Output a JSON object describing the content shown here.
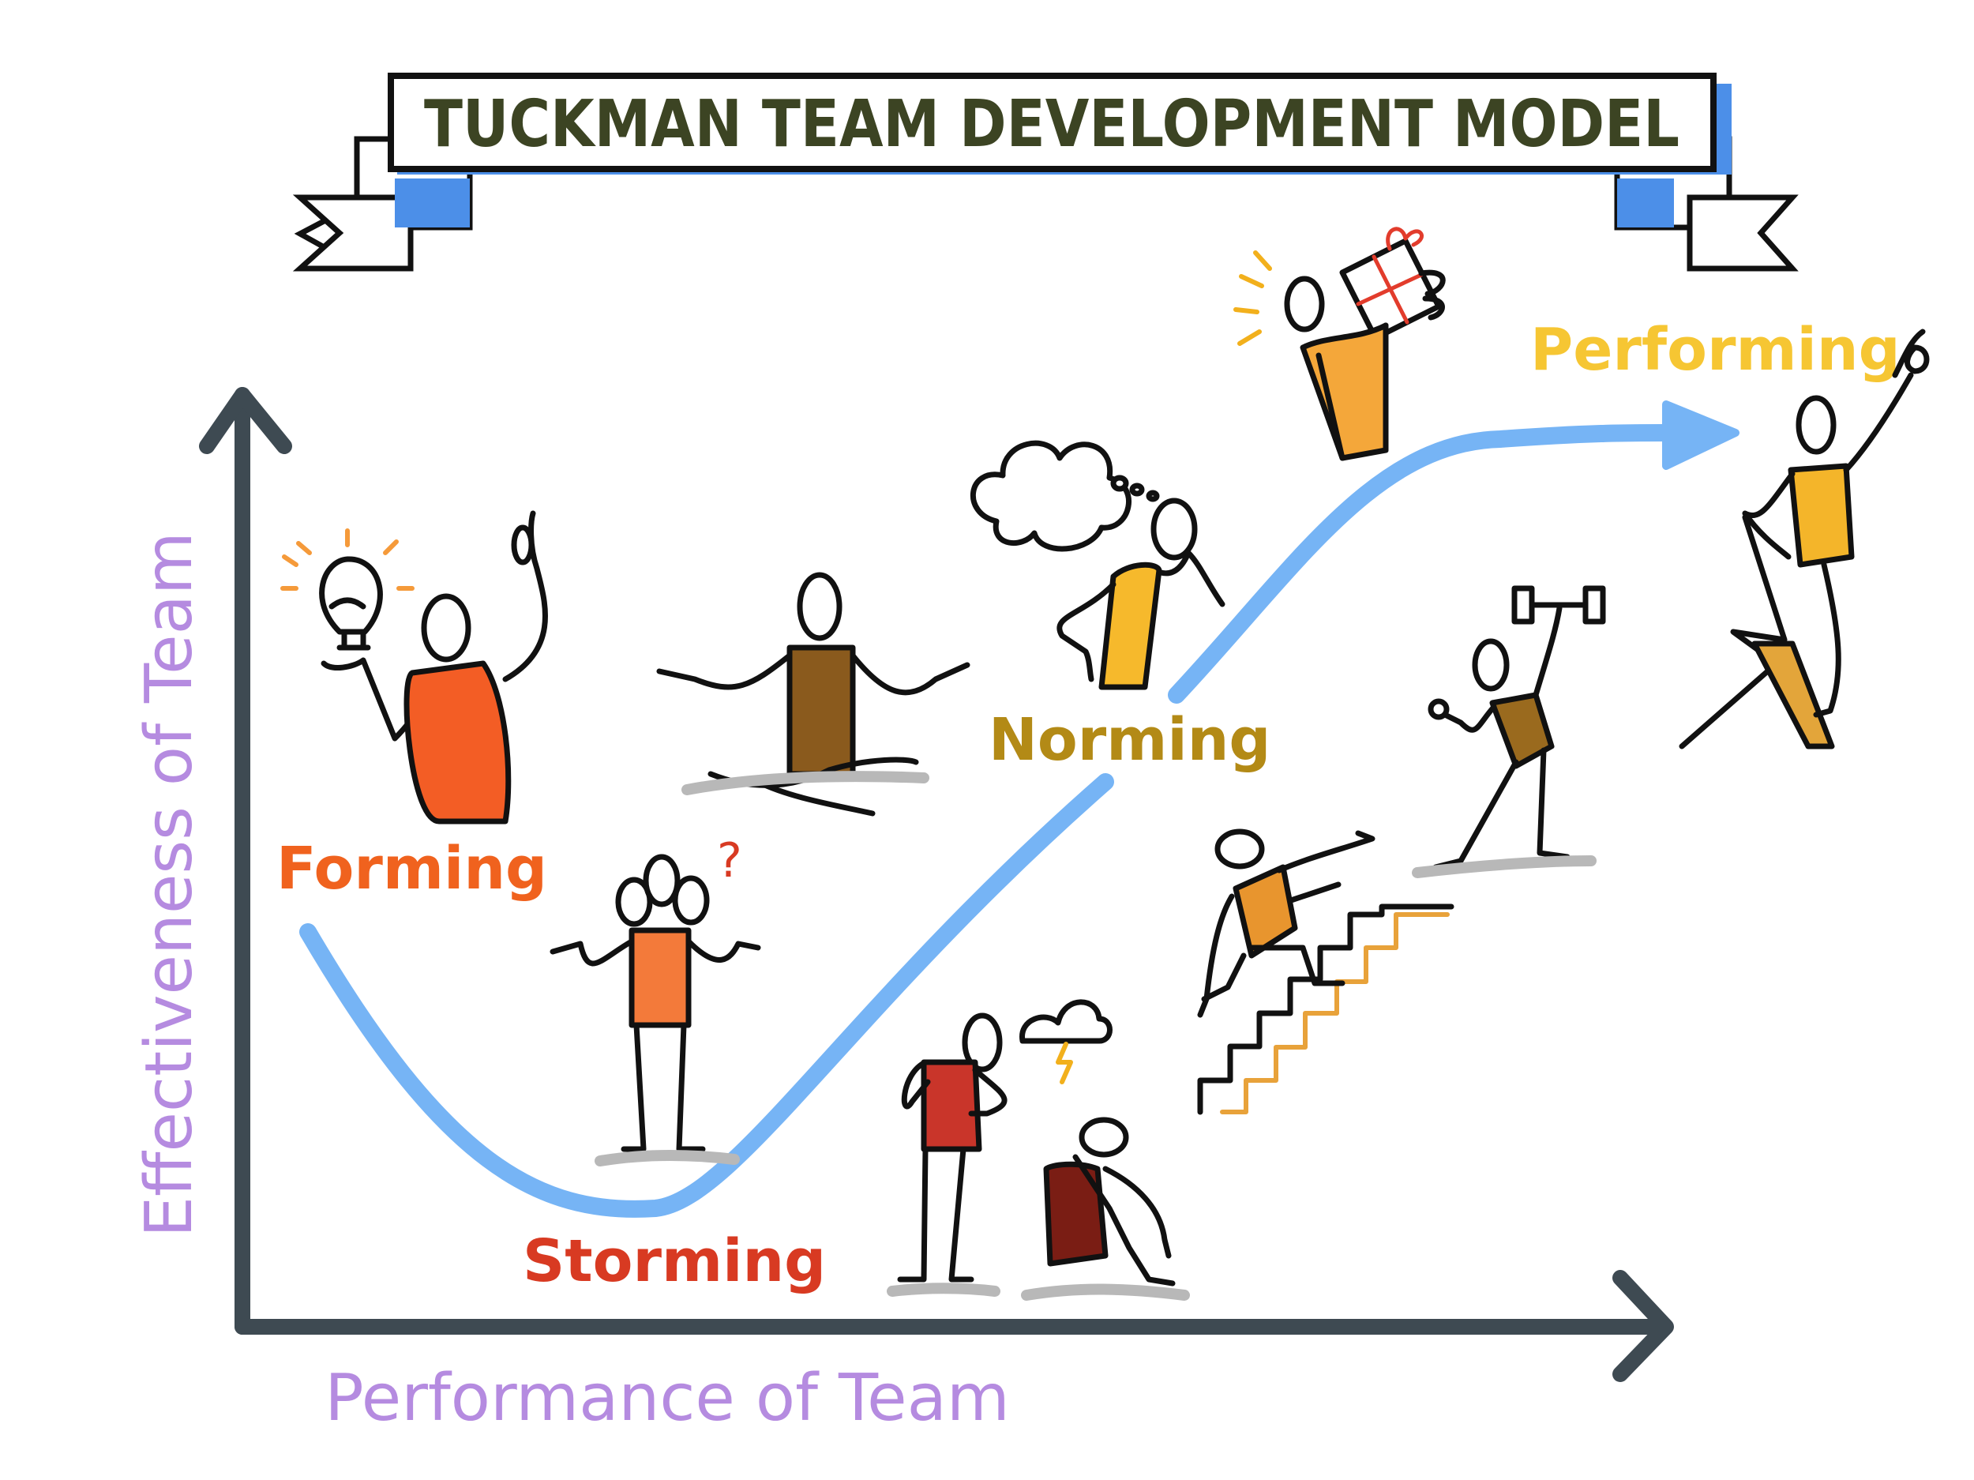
{
  "banner": {
    "title": "TUCKMAN TEAM DEVELOPMENT MODEL"
  },
  "axes": {
    "y_label": "Effectiveness of Team",
    "x_label": "Performance of Team",
    "label_color": "#b58be0",
    "axis_color": "#3e4a52"
  },
  "curve": {
    "color": "#76b4f5"
  },
  "stages": {
    "forming": {
      "label": "Forming",
      "color": "#f0621e"
    },
    "storming": {
      "label": "Storming",
      "color": "#d83a22"
    },
    "norming": {
      "label": "Norming",
      "color": "#b38a16"
    },
    "performing": {
      "label": "Performing",
      "color": "#f6c633"
    }
  },
  "icons": {
    "idea": "lightbulb-icon",
    "question": "question-mark-icon",
    "storm": "storm-cloud-icon",
    "thought": "thought-cloud-icon",
    "gift": "gift-box-icon",
    "weights": "dumbbell-icon"
  }
}
